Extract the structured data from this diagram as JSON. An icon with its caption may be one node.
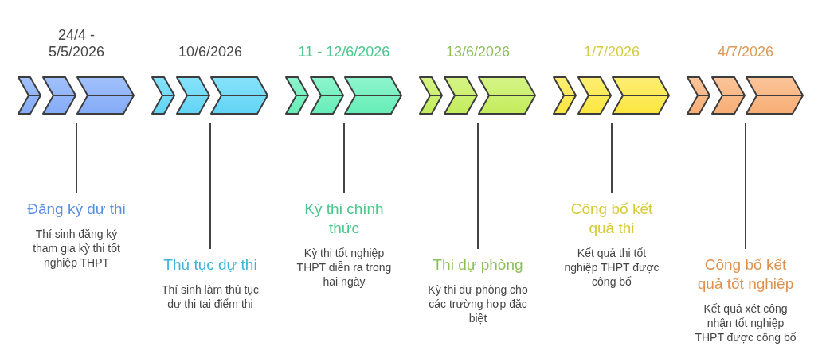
{
  "diagram": {
    "nodes": [
      {
        "text": [
          "24/4 - 5/5/2026"
        ]
      },
      {
        "text": [
          "Đăng ký dự thi",
          "Thí sinh đăng ký tham gia kỳ thi tốt nghiệp THPT"
        ]
      },
      {
        "text": [
          "10/6/2026"
        ]
      },
      {
        "text": [
          "Thủ tục dự thi",
          "Thí sinh làm thủ tục dự thi tại điểm thi"
        ]
      },
      {
        "text": [
          "11 - 12/6/2026"
        ]
      },
      {
        "text": [
          "Kỳ thi chính thức",
          "Kỳ thi tốt nghiệp THPT diễn ra trong hai ngày"
        ]
      },
      {
        "text": [
          "13/6/2026"
        ]
      },
      {
        "text": [
          "Thi dự phòng",
          "Kỳ thi dự phòng cho các trường hợp đặc biệt"
        ]
      },
      {
        "text": [
          "1/7/2026"
        ]
      },
      {
        "text": [
          "Công bố kết quả thi",
          "Kết quả thi tốt nghiệp THPT được công bố"
        ]
      },
      {
        "text": [
          "4/7/2026"
        ]
      },
      {
        "text": [
          "Công bố kết quả tốt nghiệp",
          "Kết quả xét công nhận tốt nghiệp THPT được công bố"
        ]
      }
    ],
    "edges": [
      {
        "from": 0,
        "to": 1,
        "arrow": "none"
      },
      {
        "from": 2,
        "to": 3,
        "arrow": "none"
      },
      {
        "from": 4,
        "to": 5,
        "arrow": "none"
      },
      {
        "from": 6,
        "to": 7,
        "arrow": "none"
      },
      {
        "from": 8,
        "to": 9,
        "arrow": "none"
      },
      {
        "from": 10,
        "to": 11,
        "arrow": "none"
      }
    ]
  }
}
